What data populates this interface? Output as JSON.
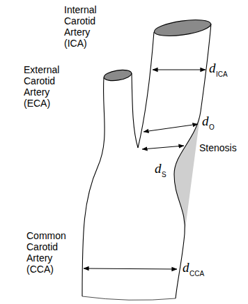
{
  "diagram": {
    "labels": [
      "Internal Carotid Artery (ICA)",
      "External Carotid Artery (ECA)",
      "Stenosis",
      "Common Carotid Artery (CCA)",
      "d",
      "ICA",
      "d",
      "O",
      "d",
      "S",
      "d",
      "CCA"
    ]
  }
}
